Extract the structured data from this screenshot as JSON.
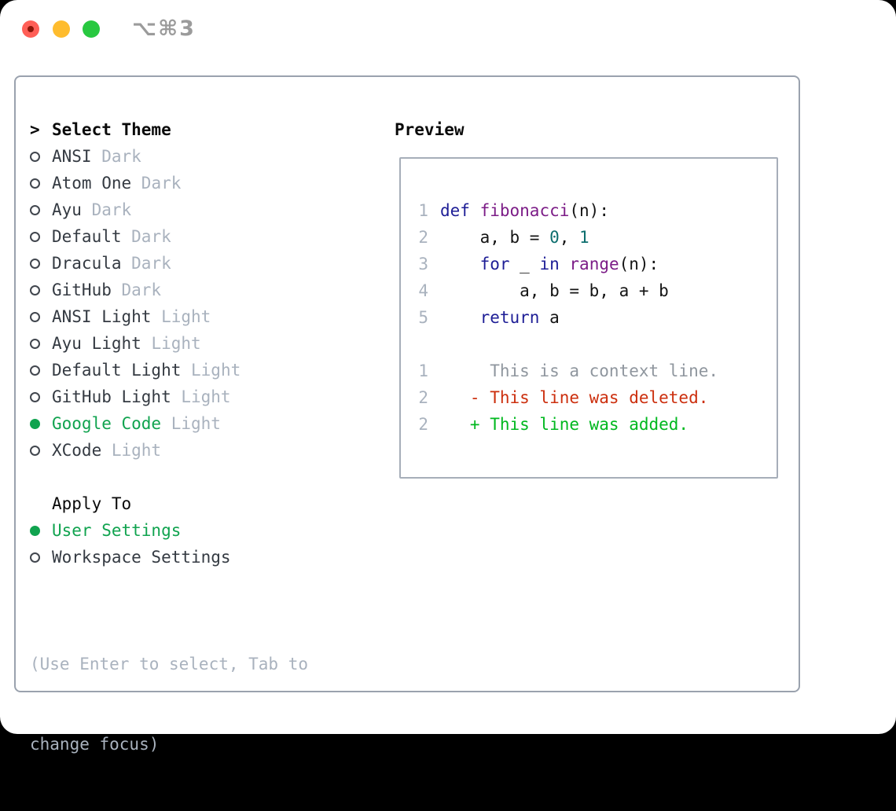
{
  "window": {
    "title_shortcut": "⌥⌘3"
  },
  "theme_panel": {
    "header": {
      "marker": ">",
      "label": "Select Theme"
    },
    "themes": [
      {
        "name": "ANSI",
        "variant": "Dark",
        "selected": false
      },
      {
        "name": "Atom One",
        "variant": "Dark",
        "selected": false
      },
      {
        "name": "Ayu",
        "variant": "Dark",
        "selected": false
      },
      {
        "name": "Default",
        "variant": "Dark",
        "selected": false
      },
      {
        "name": "Dracula",
        "variant": "Dark",
        "selected": false
      },
      {
        "name": "GitHub",
        "variant": "Dark",
        "selected": false
      },
      {
        "name": "ANSI Light",
        "variant": "Light",
        "selected": false
      },
      {
        "name": "Ayu Light",
        "variant": "Light",
        "selected": false
      },
      {
        "name": "Default Light",
        "variant": "Light",
        "selected": false
      },
      {
        "name": "GitHub Light",
        "variant": "Light",
        "selected": false
      },
      {
        "name": "Google Code",
        "variant": "Light",
        "selected": true
      },
      {
        "name": "XCode",
        "variant": "Light",
        "selected": false
      }
    ],
    "apply_to": {
      "label": "Apply To",
      "options": [
        {
          "name": "User Settings",
          "selected": true
        },
        {
          "name": "Workspace Settings",
          "selected": false
        }
      ]
    },
    "hint_lines": [
      "(Use Enter to select, Tab to",
      "change focus)"
    ]
  },
  "preview": {
    "title": "Preview",
    "code_lines": [
      {
        "num": "1",
        "tokens": [
          {
            "t": "def",
            "c": "kw"
          },
          {
            "t": " ",
            "c": "pl"
          },
          {
            "t": "fibonacci",
            "c": "fn"
          },
          {
            "t": "(n):",
            "c": "pl"
          }
        ]
      },
      {
        "num": "2",
        "tokens": [
          {
            "t": "    a, b = ",
            "c": "pl"
          },
          {
            "t": "0",
            "c": "nu"
          },
          {
            "t": ", ",
            "c": "pl"
          },
          {
            "t": "1",
            "c": "nu"
          }
        ]
      },
      {
        "num": "3",
        "tokens": [
          {
            "t": "    ",
            "c": "pl"
          },
          {
            "t": "for",
            "c": "kw"
          },
          {
            "t": " _ ",
            "c": "pl"
          },
          {
            "t": "in",
            "c": "kw"
          },
          {
            "t": " ",
            "c": "pl"
          },
          {
            "t": "range",
            "c": "fn"
          },
          {
            "t": "(n):",
            "c": "pl"
          }
        ]
      },
      {
        "num": "4",
        "tokens": [
          {
            "t": "        a, b = b, a + b",
            "c": "pl"
          }
        ]
      },
      {
        "num": "5",
        "tokens": [
          {
            "t": "    ",
            "c": "pl"
          },
          {
            "t": "return",
            "c": "kw"
          },
          {
            "t": " a",
            "c": "pl"
          }
        ]
      },
      {
        "num": "",
        "tokens": []
      },
      {
        "num": "1",
        "tokens": [
          {
            "t": "     This is a context line.",
            "c": "ctx"
          }
        ]
      },
      {
        "num": "2",
        "tokens": [
          {
            "t": "   - This line was deleted.",
            "c": "del"
          }
        ]
      },
      {
        "num": "2",
        "tokens": [
          {
            "t": "   + This line was added.",
            "c": "add"
          }
        ]
      }
    ]
  },
  "colors": {
    "accent_green": "#10a34f",
    "added_green": "#00b81f",
    "deleted_red": "#cc2f0e",
    "keyword_blue": "#1e1e96",
    "function_purple": "#7c1d87",
    "number_teal": "#0d6e6e",
    "code_plain": "#141414",
    "context_gray": "#8f969e",
    "line_number_gray": "#a9b2be",
    "muted_gray": "#a9b2be",
    "item_text": "#343a42",
    "header_text": "#0a0a0a",
    "circle_stroke": "#41464e",
    "panel_border": "#9aa2ae",
    "preview_border": "#a6aeb9",
    "titlebar_text": "#9b9b9b",
    "traffic_red": "#ff5f57",
    "traffic_red_dot": "#8c1508",
    "traffic_yellow": "#febc2e",
    "traffic_green": "#28c840"
  }
}
